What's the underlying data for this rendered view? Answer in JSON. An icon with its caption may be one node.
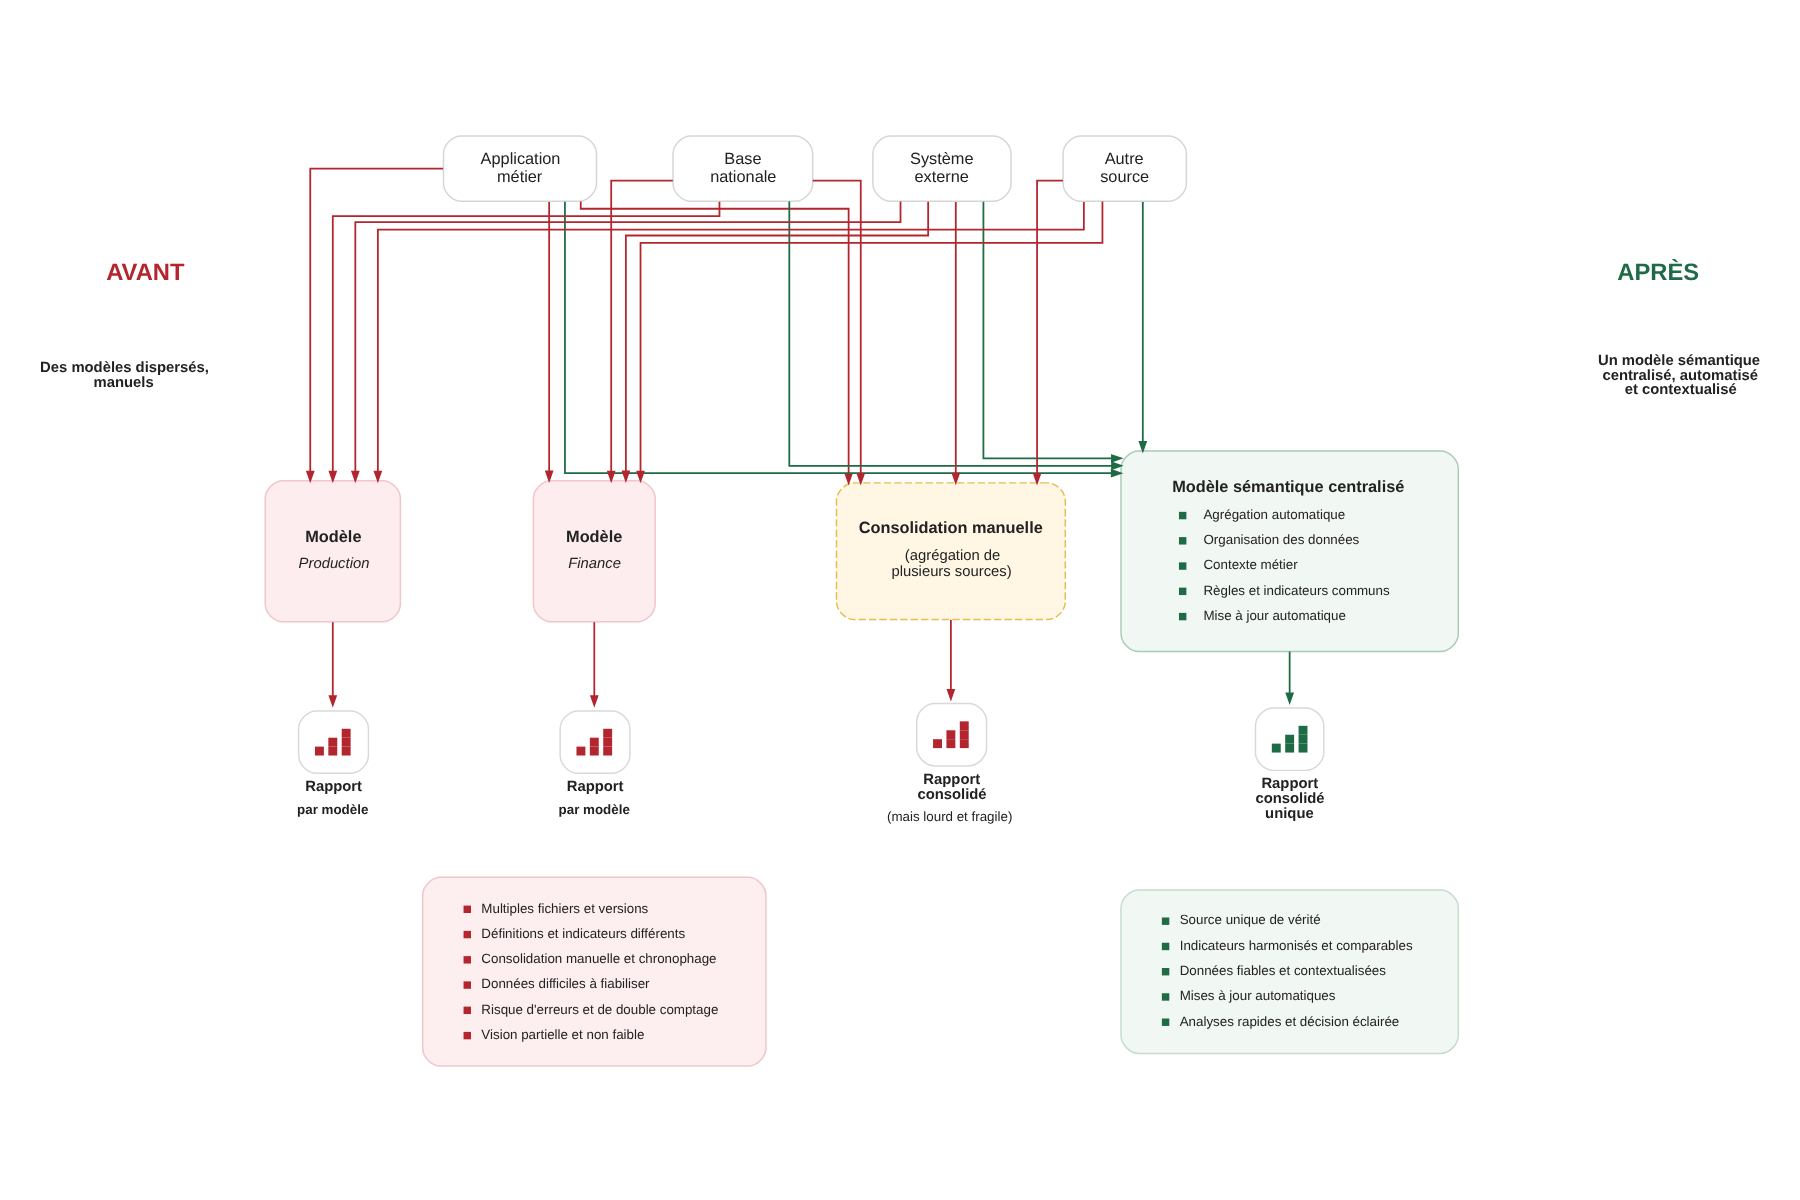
{
  "diagram": {
    "nodes": [
      {
        "text": [
          "Application métier"
        ]
      },
      {
        "text": [
          "Base nationale"
        ]
      },
      {
        "text": [
          "Système externe"
        ]
      },
      {
        "text": [
          "Autre source"
        ]
      },
      {
        "text": [
          "Modèle",
          "Production"
        ]
      },
      {
        "text": [
          "Modèle",
          "Finance"
        ]
      },
      {
        "text": [
          "Consolidation manuelle",
          "(agrégation de plusieurs sources)"
        ]
      },
      {
        "text": [
          "Rapport",
          "par modèle"
        ]
      },
      {
        "text": [
          "Rapport",
          "par modèle"
        ]
      },
      {
        "text": [
          "Rapport consolidé",
          "(mais lourd et fragile)"
        ]
      },
      {
        "text": [
          "Multiples fichiers et versions",
          "Définitions et indicateurs différents",
          "Consolidation manuelle et chronophage",
          "Données difficiles à fiabiliser",
          "Risque d'erreurs et de double comptage",
          "Vision partielle et non faible"
        ]
      },
      {
        "text": [
          "Modèle sémantique centralisé",
          "Agrégation automatique",
          "Organisation des données",
          "Contexte métier",
          "Règles et indicateurs communs",
          "Mise à jour automatique"
        ]
      },
      {
        "text": [
          "Rapport consolidé unique"
        ]
      },
      {
        "text": [
          "Source unique de vérité",
          "Indicateurs harmonisés et comparables",
          "Données fiables et contextualisées",
          "Mises à jour automatiques",
          "Analyses rapides et décision éclairée"
        ]
      }
    ],
    "edges": [
      {
        "from": 0,
        "to": 4,
        "arrow": "to"
      },
      {
        "from": 0,
        "to": 5,
        "arrow": "to"
      },
      {
        "from": 0,
        "to": 6,
        "arrow": "to"
      },
      {
        "from": 0,
        "to": 11,
        "arrow": "to",
        "color": "#1e6b45"
      },
      {
        "from": 1,
        "to": 4,
        "arrow": "to"
      },
      {
        "from": 1,
        "to": 5,
        "arrow": "to"
      },
      {
        "from": 1,
        "to": 6,
        "arrow": "to"
      },
      {
        "from": 1,
        "to": 11,
        "arrow": "to",
        "color": "#1e6b45"
      },
      {
        "from": 2,
        "to": 4,
        "arrow": "to"
      },
      {
        "from": 2,
        "to": 5,
        "arrow": "to"
      },
      {
        "from": 2,
        "to": 6,
        "arrow": "to"
      },
      {
        "from": 2,
        "to": 11,
        "arrow": "to",
        "color": "#1e6b45"
      },
      {
        "from": 3,
        "to": 4,
        "arrow": "to"
      },
      {
        "from": 3,
        "to": 5,
        "arrow": "to"
      },
      {
        "from": 3,
        "to": 6,
        "arrow": "to"
      },
      {
        "from": 3,
        "to": 11,
        "arrow": "to",
        "color": "#1e6b45"
      },
      {
        "from": 4,
        "to": 7,
        "arrow": "to"
      },
      {
        "from": 5,
        "to": 8,
        "arrow": "to"
      },
      {
        "from": 6,
        "to": 9,
        "arrow": "to"
      },
      {
        "from": 11,
        "to": 12,
        "arrow": "to",
        "color": "#1e6b45"
      }
    ],
    "labels": [
      "AVANT",
      "Des modèles dispersés, manuels",
      "APRÈS",
      "Un modèle sémantique centralisé, automatisé et contextualisé"
    ]
  }
}
